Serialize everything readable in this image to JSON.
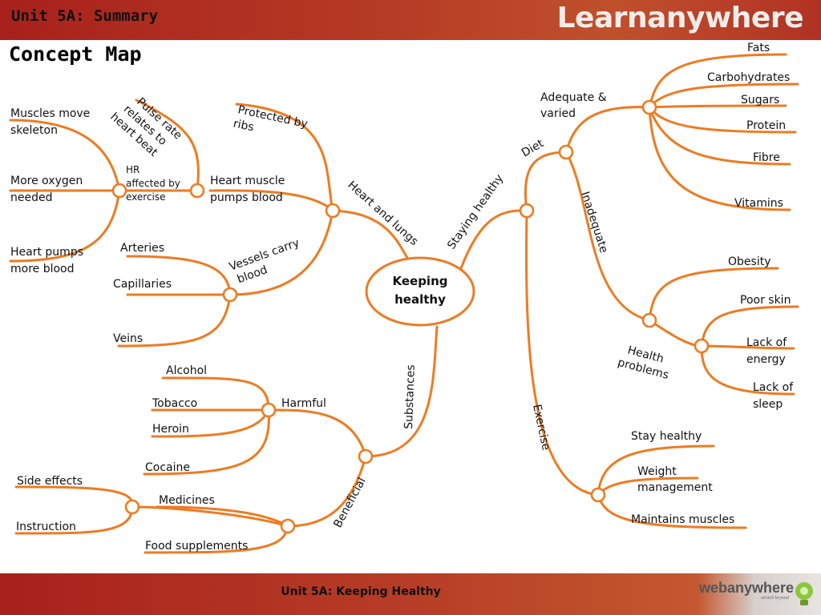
{
  "header": {
    "title": "Unit 5A: Summary",
    "logo": "Learnanywhere"
  },
  "page_title": "Concept Map",
  "center": [
    "Keeping",
    "healthy"
  ],
  "branches": {
    "heart_and_lungs": "Heart and lungs",
    "staying_healthy": "Staying healthy",
    "diet": "Diet",
    "inadequate": "Inadequate",
    "substances": "Substances",
    "exercise": "Exercise",
    "beneficial": "Beneficial",
    "harmful": "Harmful",
    "vessels": [
      "Vessels carry",
      "blood"
    ],
    "protected": [
      "Protected by",
      "ribs"
    ],
    "heart_muscle": [
      "Heart muscle",
      "pumps blood"
    ],
    "hr_affected": [
      "HR",
      "affected by",
      "exercise"
    ],
    "pulse_rate": [
      "Pulse rate",
      "relates to",
      "heart beat"
    ],
    "adequate": [
      "Adequate &",
      "varied"
    ],
    "health_problems": [
      "Health",
      "problems"
    ]
  },
  "leaves": {
    "muscles_move": [
      "Muscles move",
      "skeleton"
    ],
    "more_oxygen": [
      "More oxygen",
      "needed"
    ],
    "heart_pumps": [
      "Heart pumps",
      "more blood"
    ],
    "arteries": "Arteries",
    "capillaries": "Capillaries",
    "veins": "Veins",
    "fats": "Fats",
    "carbohydrates": "Carbohydrates",
    "sugars": "Sugars",
    "protein": "Protein",
    "fibre": "Fibre",
    "vitamins": "Vitamins",
    "obesity": "Obesity",
    "poor_skin": "Poor skin",
    "lack_energy": [
      "Lack of",
      "energy"
    ],
    "lack_sleep": [
      "Lack of",
      "sleep"
    ],
    "stay_healthy": "Stay healthy",
    "weight_mgmt": [
      "Weight",
      "management"
    ],
    "maintains_muscles": "Maintains muscles",
    "alcohol": "Alcohol",
    "tobacco": "Tobacco",
    "heroin": "Heroin",
    "cocaine": "Cocaine",
    "side_effects": "Side effects",
    "medicines": "Medicines",
    "instruction": "Instruction",
    "food_supplements": "Food supplements"
  },
  "footer": {
    "title": "Unit 5A: Keeping Healthy",
    "logo": "webanywhere",
    "tagline": "stretch beyond"
  },
  "colors": {
    "branch": "#ee7b22",
    "header": "#b53a24",
    "footer": "#b73d26"
  }
}
